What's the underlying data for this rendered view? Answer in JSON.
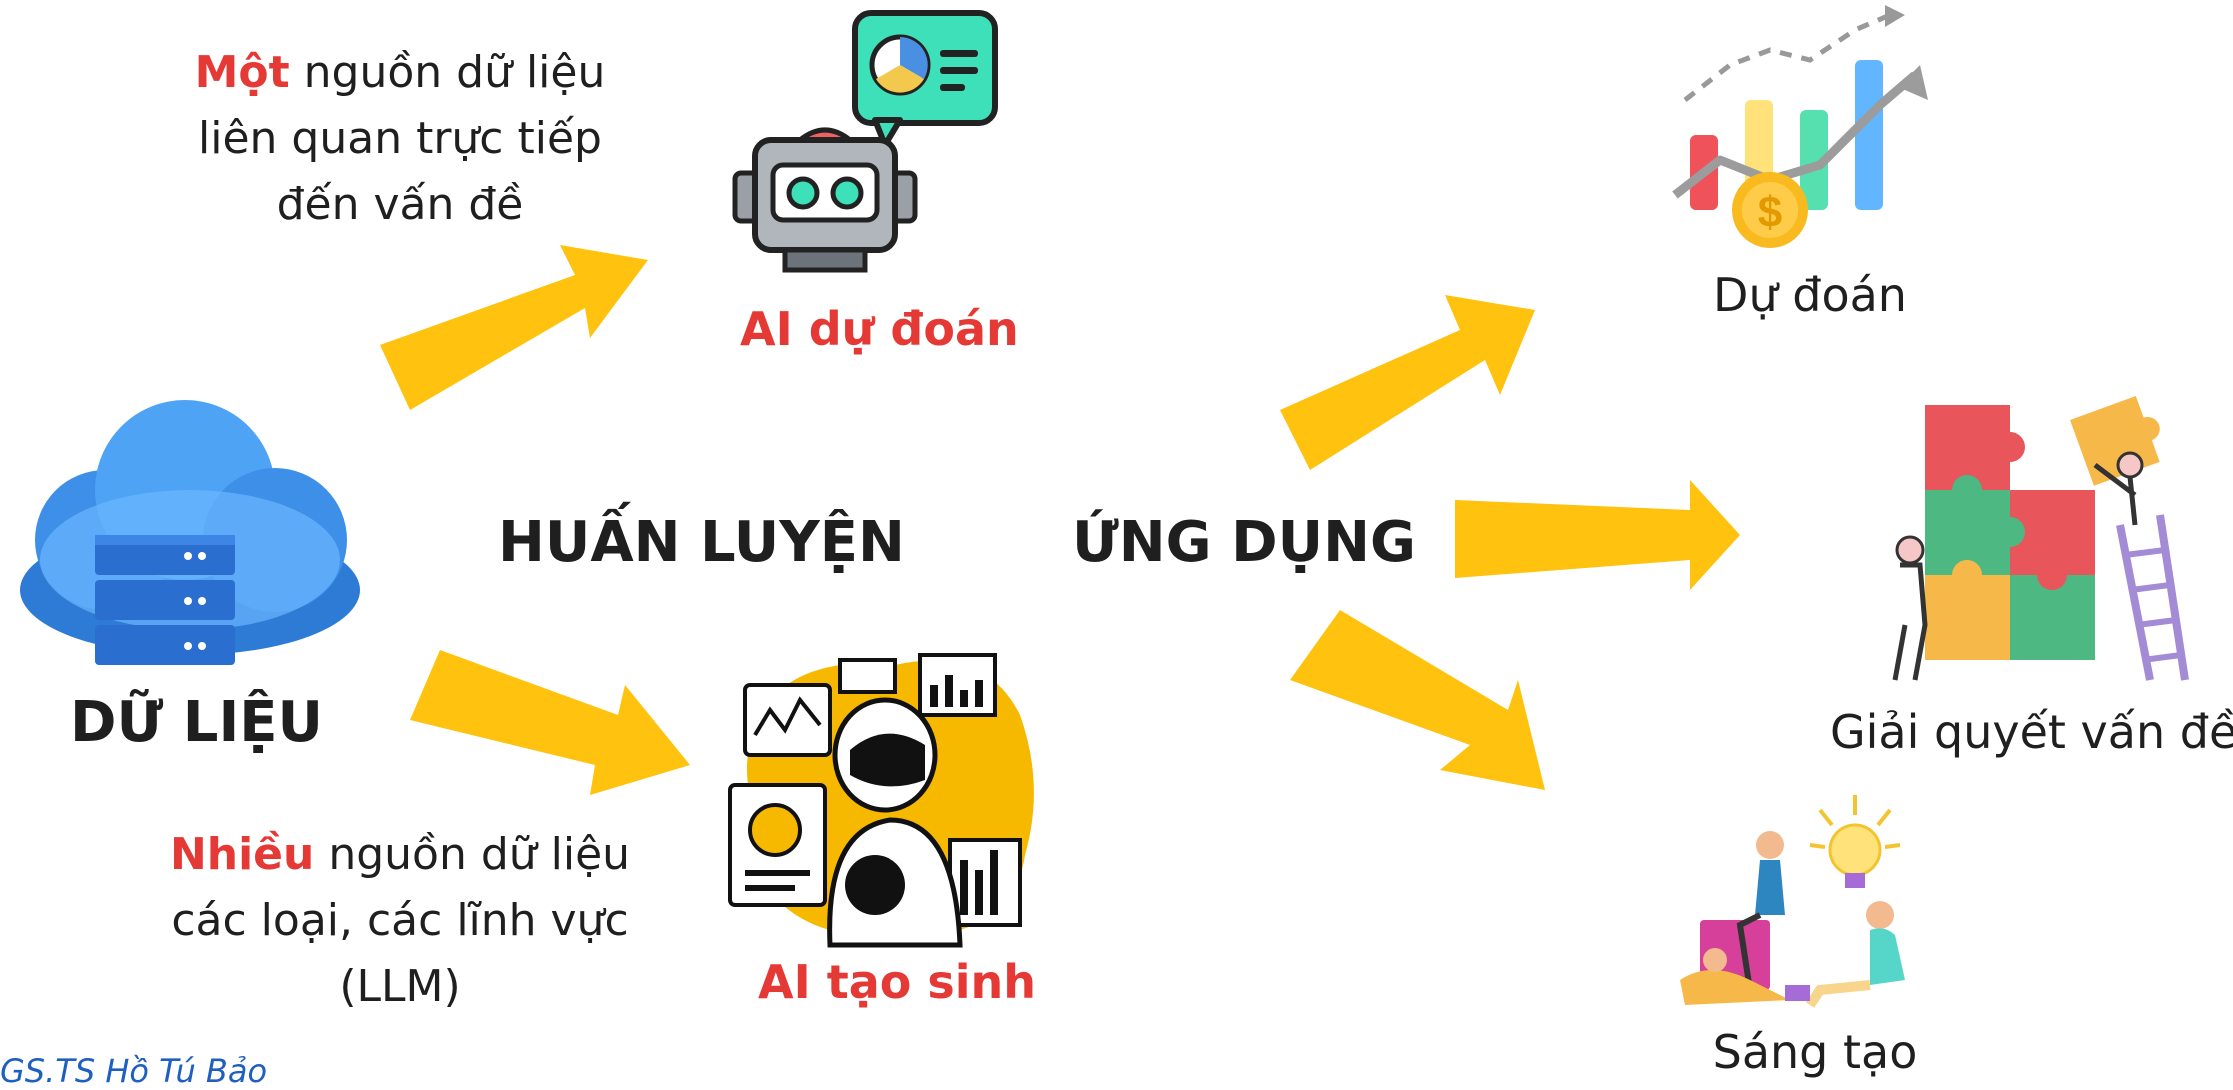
{
  "colors": {
    "arrow": "#FFC20E",
    "accent_red": "#E53935",
    "text": "#1F1F1F",
    "credit": "#1F5FBF"
  },
  "data_source": {
    "label": "DỮ LIỆU",
    "icon": "cloud-server-icon"
  },
  "training": {
    "label": "HUẤN LUYỆN"
  },
  "application": {
    "label": "ỨNG DỤNG"
  },
  "predictive_ai": {
    "desc_highlight": "Một",
    "desc_line1_rest": " nguồn dữ liệu",
    "desc_line2": "liên quan trực tiếp",
    "desc_line3": "đến vấn đề",
    "label": "AI dự đoán",
    "icon": "robot-chat-icon"
  },
  "generative_ai": {
    "desc_highlight": "Nhiều",
    "desc_line1_rest": " nguồn dữ liệu",
    "desc_line2": "các loại, các lĩnh vực",
    "desc_line3": "(LLM)",
    "label": "AI tạo sinh",
    "icon": "ai-robot-analytics-icon"
  },
  "outcomes": [
    {
      "label": "Dự đoán",
      "icon": "growth-chart-icon"
    },
    {
      "label": "Giải quyết vấn đề",
      "icon": "puzzle-team-icon"
    },
    {
      "label": "Sáng tạo",
      "icon": "idea-bulb-team-icon"
    }
  ],
  "credit": "GS.TS Hồ Tú Bảo"
}
